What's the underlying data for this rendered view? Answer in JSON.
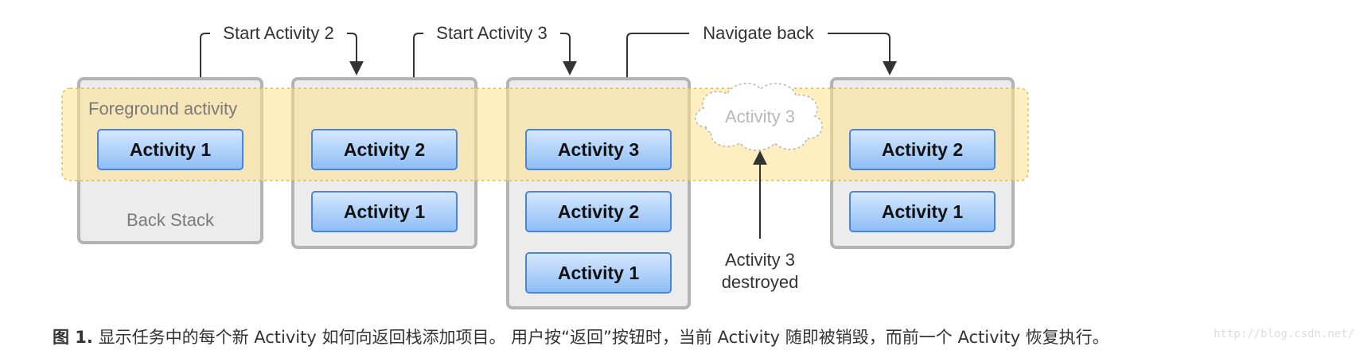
{
  "diagram": {
    "transitions": {
      "start_activity_2": "Start Activity 2",
      "start_activity_3": "Start Activity 3",
      "navigate_back": "Navigate back"
    },
    "foreground_label": "Foreground activity",
    "back_stack_label": "Back Stack",
    "stacks": [
      {
        "activities": [
          "Activity 1"
        ]
      },
      {
        "activities": [
          "Activity 2",
          "Activity 1"
        ]
      },
      {
        "activities": [
          "Activity 3",
          "Activity 2",
          "Activity 1"
        ]
      },
      {
        "activities": [
          "Activity 2",
          "Activity 1"
        ]
      }
    ],
    "destroyed_cloud_label": "Activity 3",
    "destroyed_note": [
      "Activity 3",
      "destroyed"
    ]
  },
  "caption": {
    "figure_label": "图 1.",
    "text": " 显示任务中的每个新 Activity 如何向返回栈添加项目。 用户按“返回”按钮时，当前 Activity 随即被销毁，而前一个 Activity 恢复执行。"
  },
  "watermark": "http://blog.csdn.net/",
  "colors": {
    "activity_fill_top": "#d6e8ff",
    "activity_fill_bottom": "#8dbdf5",
    "activity_border": "#4a86d8",
    "foreground_band": "#ffe28c",
    "stack_border": "#b3b3b3",
    "stack_fill": "#ececec"
  }
}
